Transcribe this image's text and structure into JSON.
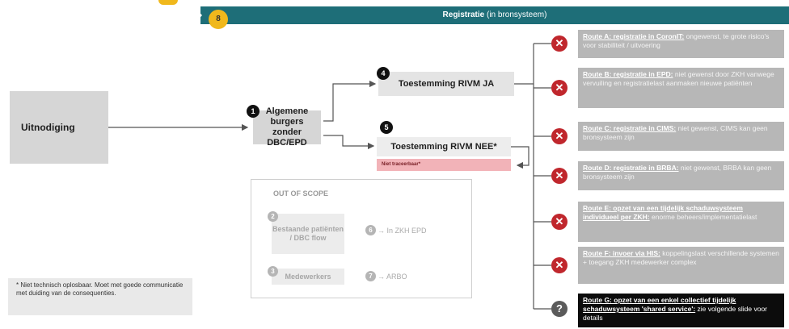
{
  "header": {
    "step": "8",
    "title": "Registratie",
    "subtitle": "(in bronsysteem)"
  },
  "nodes": {
    "invite": "Uitnodiging",
    "general_line1": "Algemene burgers",
    "general_line2": "zonder DBC/EPD",
    "consent_yes": "Toestemming RIVM JA",
    "consent_no": "Toestemming RIVM NEE*",
    "not_traceable": "Niet traceerbaar*"
  },
  "numbers": {
    "n1": "1",
    "n4": "4",
    "n5": "5"
  },
  "out_of_scope": {
    "title": "OUT OF SCOPE",
    "existing": "Bestaande patiënten / DBC flow",
    "staff": "Medewerkers",
    "n2": "2",
    "n3": "3",
    "n6": "6",
    "n7": "7",
    "zkh_epd": "→ In ZKH EPD",
    "arbo": "→ ARBO"
  },
  "footnote": "* Niet technisch oplosbaar. Moet met goede communicatie met duiding van de consequenties.",
  "routes": [
    {
      "marker": "✕",
      "lead": "Route A: registratie in CoronIT:",
      "text": " ongewenst, te grote risico's voor stabiliteit / uitvoering"
    },
    {
      "marker": "✕",
      "lead": "Route B: registratie in EPD:",
      "text": " niet gewenst door ZKH vanwege vervuiling en registratielast aanmaken nieuwe patiënten"
    },
    {
      "marker": "✕",
      "lead": "Route C: registratie in CIMS:",
      "text": " niet gewenst, CIMS kan geen bronsysteem zijn"
    },
    {
      "marker": "✕",
      "lead": "Route D: registratie in BRBA:",
      "text": " niet gewenst, BRBA kan geen bronsysteem zijn"
    },
    {
      "marker": "✕",
      "lead": "Route E: opzet van een tijdelijk schaduwsysteem individueel per ZKH:",
      "text": " enorme beheers/implementatielast"
    },
    {
      "marker": "✕",
      "lead": "Route F: invoer via HIS:",
      "text": " koppelingslast verschillende systemen + toegang ZKH medewerker complex"
    },
    {
      "marker": "?",
      "lead": "Route G: opzet van een enkel collectief tijdelijk schaduwsysteem 'shared service':",
      "text": " zie volgende slide voor details"
    }
  ],
  "colors": {
    "banner": "#1e6e78",
    "step_badge": "#f0b81c",
    "reject": "#c0272d",
    "route_box": "#b7b7b7",
    "selected_route": "#0c0c0c",
    "not_traceable": "#f2b3b8"
  }
}
